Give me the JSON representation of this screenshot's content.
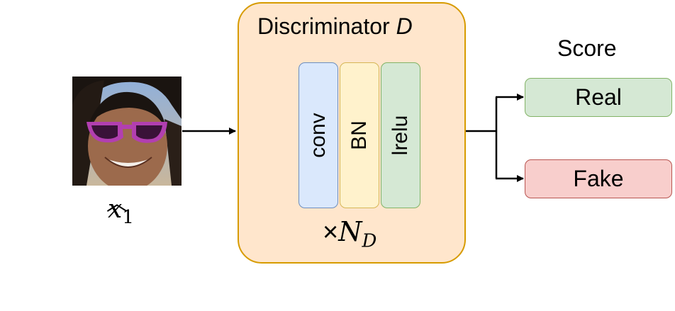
{
  "discriminator": {
    "title": "Discriminator ",
    "title_symbol": "D",
    "repeat_times": "×",
    "repeat_symbol": "N",
    "repeat_subscript": "D"
  },
  "layers": [
    {
      "label": "conv",
      "fill": "#dae8fc",
      "stroke": "#6c8ebf"
    },
    {
      "label": "BN",
      "fill": "#fff2cc",
      "stroke": "#d6b656"
    },
    {
      "label": "lrelu",
      "fill": "#d5e8d4",
      "stroke": "#82b366"
    }
  ],
  "input": {
    "symbol": "x",
    "subscript": "1"
  },
  "score": {
    "heading": "Score",
    "real": {
      "label": "Real",
      "fill": "#d5e8d4",
      "stroke": "#82b366"
    },
    "fake": {
      "label": "Fake",
      "fill": "#f8cecc",
      "stroke": "#b85450"
    }
  },
  "colors": {
    "discriminator_fill": "#ffe6cc",
    "discriminator_stroke": "#d79b00",
    "arrow": "#000000"
  }
}
